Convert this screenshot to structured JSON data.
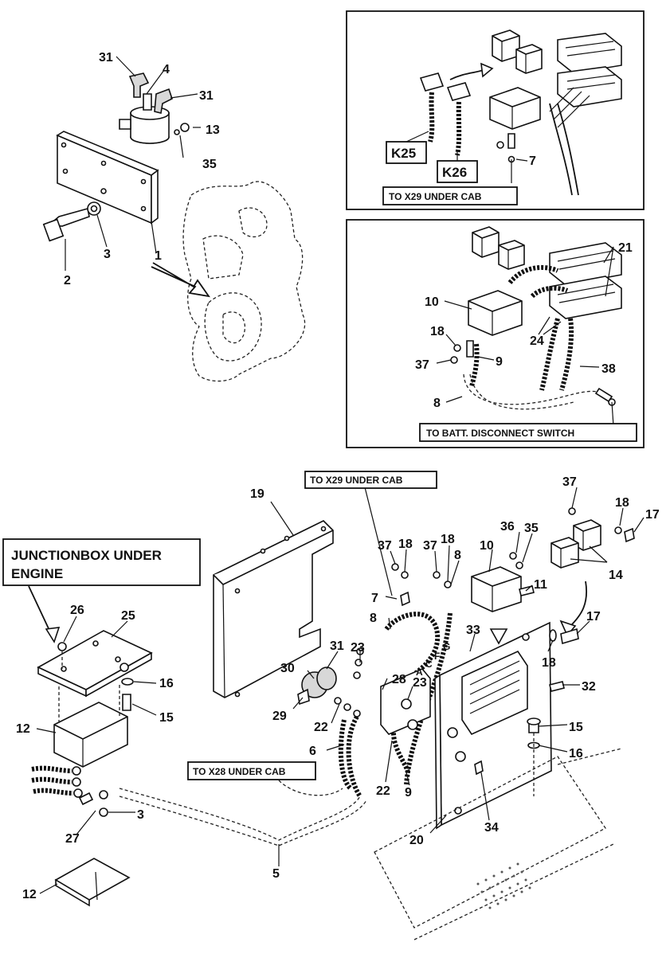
{
  "callouts": {
    "battery_switch": [
      "31",
      "4",
      "31",
      "13",
      "35",
      "2",
      "3",
      "1"
    ],
    "top_inset": [
      "7"
    ],
    "middle_inset": [
      "21",
      "10",
      "18",
      "37",
      "9",
      "24",
      "38",
      "8"
    ],
    "junction_box": [
      "26",
      "25",
      "16",
      "15",
      "12",
      "3",
      "27",
      "12"
    ],
    "main": [
      "19",
      "37",
      "18",
      "37",
      "18",
      "8",
      "10",
      "36",
      "35",
      "37",
      "18",
      "17",
      "7",
      "11",
      "14",
      "8",
      "33",
      "17",
      "18",
      "31",
      "23",
      "30",
      "28",
      "23",
      "29",
      "22",
      "32",
      "15",
      "6",
      "22",
      "9",
      "16",
      "5",
      "20",
      "34"
    ]
  },
  "connector_letters": [
    "G",
    "F",
    "C",
    "A"
  ],
  "connectors": {
    "k25": "K25",
    "k26": "K26"
  },
  "labels": {
    "to_x29_top": "TO X29 UNDER CAB",
    "to_batt": "TO BATT. DISCONNECT SWITCH",
    "to_x29_main": "TO X29 UNDER CAB",
    "to_x28": "TO X28 UNDER CAB"
  },
  "junction_title": {
    "line1": "JUNCTIONBOX UNDER",
    "line2": "ENGINE"
  }
}
